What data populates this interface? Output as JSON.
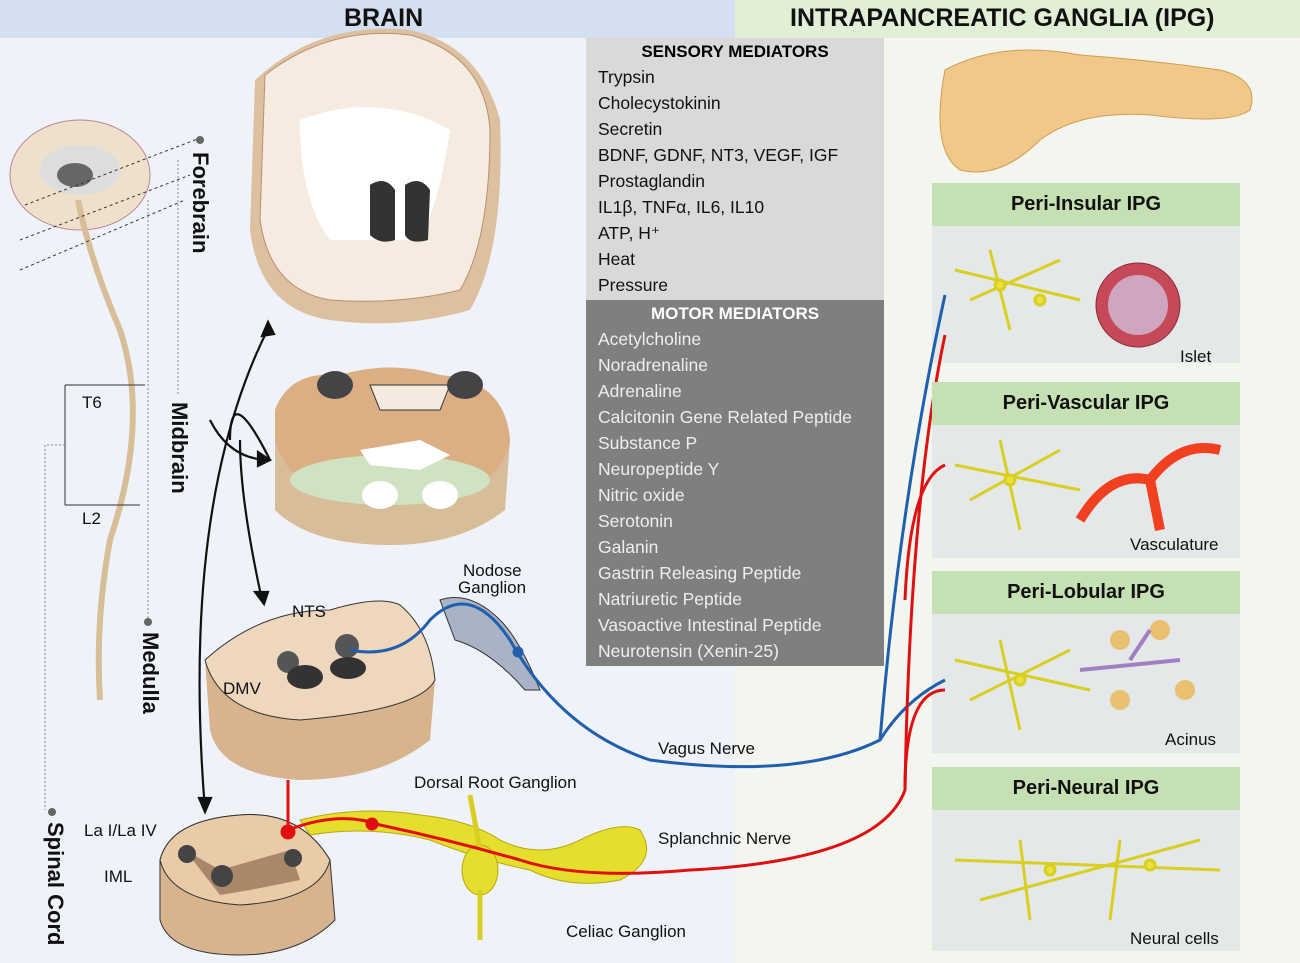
{
  "header": {
    "left_title": "BRAIN",
    "right_title": "INTRAPANCREATIC GANGLIA (IPG)"
  },
  "regions": {
    "forebrain": "Forebrain",
    "midbrain": "Midbrain",
    "medulla": "Medulla",
    "spinal_cord": "Spinal Cord"
  },
  "spine_levels": {
    "t6": "T6",
    "l2": "L2"
  },
  "labels": {
    "nts": "NTS",
    "dmv": "DMV",
    "nodose": "Nodose",
    "ganglion": "Ganglion",
    "vagus": "Vagus Nerve",
    "drg": "Dorsal Root Ganglion",
    "splanchnic": "Splanchnic Nerve",
    "la": "La I/La IV",
    "iml": "IML",
    "celiac": "Celiac Ganglion"
  },
  "sensory": {
    "title": "SENSORY MEDIATORS",
    "items": [
      "Trypsin",
      "Cholecystokinin",
      "Secretin",
      "BDNF, GDNF, NT3, VEGF, IGF",
      "Prostaglandin",
      "IL1β, TNFα, IL6, IL10",
      "ATP, H⁺",
      "Heat",
      "Pressure"
    ]
  },
  "motor": {
    "title": "MOTOR MEDIATORS",
    "items": [
      "Acetylcholine",
      "Noradrenaline",
      "Adrenaline",
      "Calcitonin Gene Related Peptide",
      "Substance P",
      "Neuropeptide Y",
      "Nitric oxide",
      "Serotonin",
      "Galanin",
      "Gastrin Releasing Peptide",
      "Natriuretic Peptide",
      "Vasoactive Intestinal Peptide",
      "Neurotensin (Xenin-25)"
    ]
  },
  "panels": [
    {
      "title": "Peri-Insular IPG",
      "caption": "Islet"
    },
    {
      "title": "Peri-Vascular IPG",
      "caption": "Vasculature"
    },
    {
      "title": "Peri-Lobular IPG",
      "caption": "Acinus"
    },
    {
      "title": "Peri-Neural IPG",
      "caption": "Neural cells"
    }
  ],
  "colors": {
    "vagus": "#1f5fae",
    "splanchnic": "#e01010",
    "sensory_bg": "#d9d9d9",
    "motor_bg": "#7f7f7f",
    "panel_header": "#c5e0b3"
  }
}
